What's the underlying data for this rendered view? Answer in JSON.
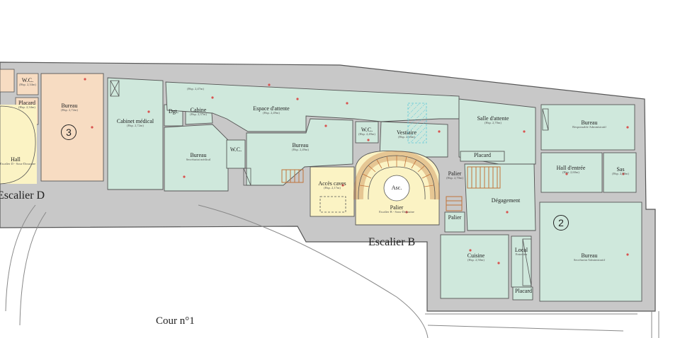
{
  "colors": {
    "wall": "#c8c8c8",
    "wall_stroke": "#555555",
    "green_room": "#cfe8dc",
    "orange_room": "#f7dcc2",
    "yellow_room": "#fbf3c4",
    "stair_brown": "#c0733a",
    "marker_red": "#d9534f",
    "hatch_blue": "#5fc7d8"
  },
  "rooms": {
    "wc_left": {
      "name": "W.C.",
      "sub": "(Hsp. 2,34m)"
    },
    "placard_left": {
      "name": "Placard",
      "sub": "(Hsp. 2,34m)"
    },
    "bureau_3": {
      "name": "Bureau",
      "sub": "(Hsp. 2,72m)",
      "number": "3"
    },
    "hall_left": {
      "name": "Hall",
      "sub": "Escalier D - Sous-Douzaine"
    },
    "cabinet_medical": {
      "name": "Cabinet médical",
      "sub": "(Hsp. 2,72m)"
    },
    "dgt": {
      "name": "Dgt."
    },
    "cabine": {
      "name": "Cabine",
      "sub": "(Hsp. 2,37m)"
    },
    "espace_attente": {
      "name": "Espace d'attente",
      "sub": "(Hsp. 2,49m)",
      "sub_top": "(Hsp. 2,47m)"
    },
    "bureau_secretariat": {
      "name": "Bureau",
      "sub": "Secrétariat médical"
    },
    "wc_mid": {
      "name": "W.C."
    },
    "bureau_mid": {
      "name": "Bureau",
      "sub": "(Hsp. 2,49m)"
    },
    "wc_right": {
      "name": "W.C.",
      "sub": "(Hsp. 2,49m)"
    },
    "vestiaire": {
      "name": "Vestiaire",
      "sub": "(Hsp. 2,35m)"
    },
    "salle_attente": {
      "name": "Salle d'attente",
      "sub": "(Hsp. 2,70m)"
    },
    "bureau_right": {
      "name": "Bureau",
      "sub": "Responsable Administratif"
    },
    "placard_mid": {
      "name": "Placard"
    },
    "hall_entree": {
      "name": "Hall d'entrée",
      "sub": "(Hsp. 2,60m)"
    },
    "sas": {
      "name": "Sas",
      "sub": "(Hsp. 2,60m)"
    },
    "acces_caves": {
      "name": "Accès caves",
      "sub": "(Hsp. 2,17m)"
    },
    "asc": {
      "name": "Asc."
    },
    "palier_main": {
      "name": "Palier",
      "sub": "Escalier B - Sous-Douzaine"
    },
    "palier_top": {
      "name": "Palier",
      "sub": "(Hsp. 2,70m)"
    },
    "palier_small": {
      "name": "Palier"
    },
    "degagement": {
      "name": "Dégagement"
    },
    "bureau_2": {
      "name": "Bureau",
      "sub": "Secrétariat Administratif",
      "number": "2"
    },
    "cuisine": {
      "name": "Cuisine",
      "sub": "(Hsp. 2,50m)"
    },
    "local": {
      "name": "Local",
      "sub": "Entretien"
    },
    "placard_bottom": {
      "name": "Placard"
    }
  },
  "labels": {
    "escalier_d": "Escalier D",
    "escalier_b": "Escalier B",
    "cour": "Cour n°1"
  }
}
